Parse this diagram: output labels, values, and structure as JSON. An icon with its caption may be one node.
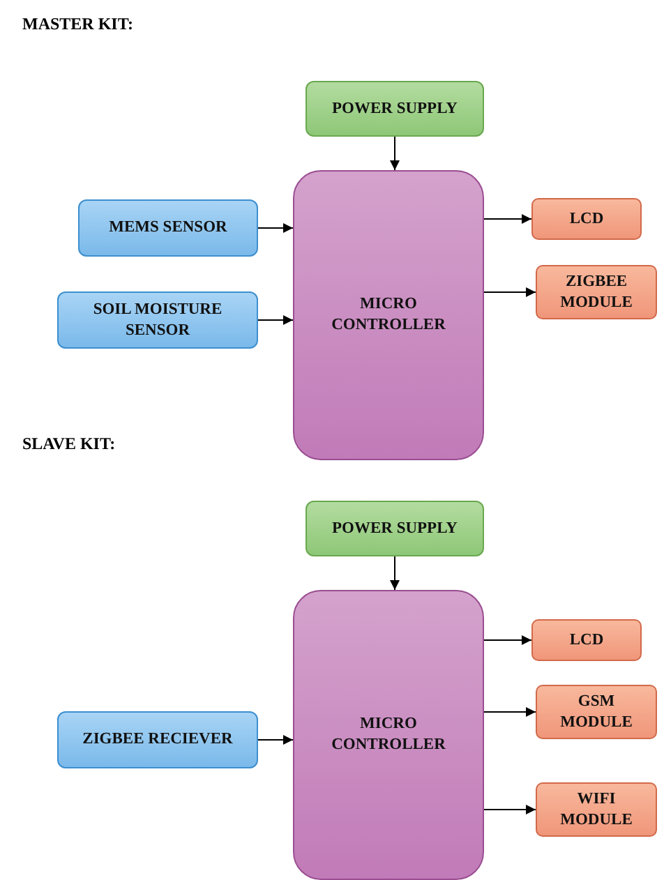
{
  "diagram": {
    "nodes": [
      {
        "text": [
          "POWER SUPPLY"
        ]
      },
      {
        "text": [
          "MEMS SENSOR"
        ]
      },
      {
        "text": [
          "SOIL MOISTURE SENSOR"
        ]
      },
      {
        "text": [
          "MICRO CONTROLLER"
        ]
      },
      {
        "text": [
          "LCD"
        ]
      },
      {
        "text": [
          "ZIGBEE MODULE"
        ]
      },
      {
        "text": [
          "POWER SUPPLY"
        ]
      },
      {
        "text": [
          "ZIGBEE RECIEVER"
        ]
      },
      {
        "text": [
          "MICRO CONTROLLER"
        ]
      },
      {
        "text": [
          "LCD"
        ]
      },
      {
        "text": [
          "GSM MODULE"
        ]
      },
      {
        "text": [
          "WIFI MODULE"
        ]
      }
    ],
    "edges": [
      {
        "from": 0,
        "to": 3,
        "arrow": "to"
      },
      {
        "from": 1,
        "to": 3,
        "arrow": "to"
      },
      {
        "from": 2,
        "to": 3,
        "arrow": "to"
      },
      {
        "from": 3,
        "to": 4,
        "arrow": "to"
      },
      {
        "from": 3,
        "to": 5,
        "arrow": "to"
      },
      {
        "from": 6,
        "to": 8,
        "arrow": "to"
      },
      {
        "from": 7,
        "to": 8,
        "arrow": "to"
      },
      {
        "from": 8,
        "to": 9,
        "arrow": "to"
      },
      {
        "from": 8,
        "to": 10,
        "arrow": "to"
      },
      {
        "from": 8,
        "to": 11,
        "arrow": "to"
      }
    ],
    "labels": [
      "MASTER KIT:",
      "SLAVE KIT:"
    ]
  }
}
